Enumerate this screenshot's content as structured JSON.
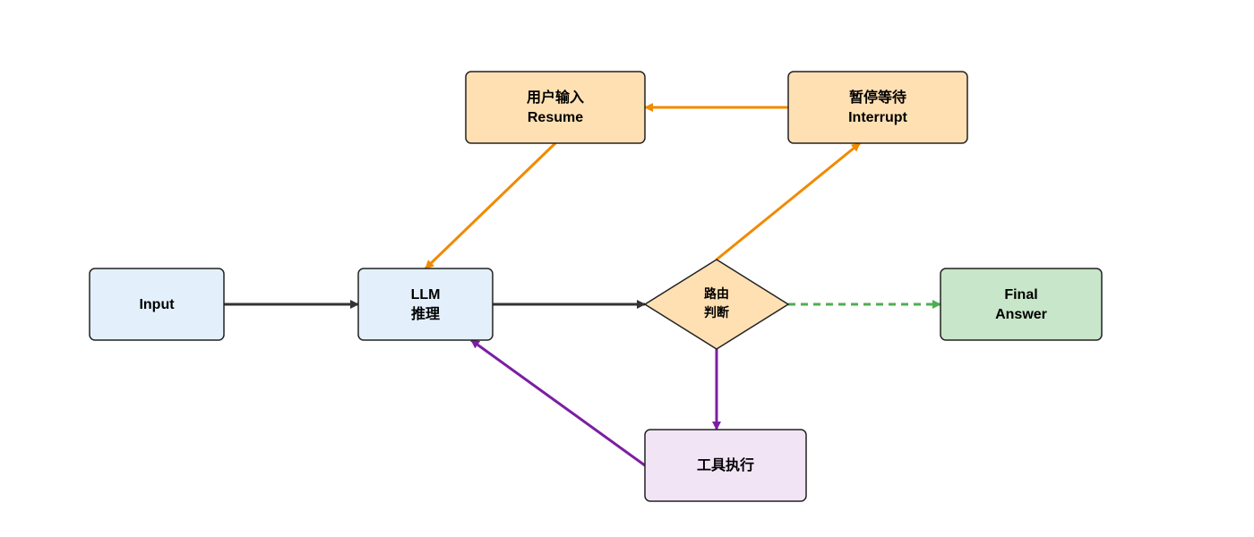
{
  "colors": {
    "blue_fill": "#e3f0fb",
    "orange_fill": "#ffe0b3",
    "green_fill": "#c8e6c9",
    "purple_fill": "#f1e4f5",
    "node_stroke": "#222222",
    "flow_arrow": "#333333",
    "interrupt_arrow": "#f08a00",
    "finish_arrow": "#4caf50",
    "tool_arrow": "#7b1fa2"
  },
  "nodes": {
    "input": {
      "line1": "Input"
    },
    "llm": {
      "line1": "LLM",
      "line2": "推理"
    },
    "router": {
      "line1": "路由",
      "line2": "判断"
    },
    "final": {
      "line1": "Final",
      "line2": "Answer"
    },
    "resume": {
      "line1": "用户输入",
      "line2": "Resume"
    },
    "interrupt": {
      "line1": "暂停等待",
      "line2": "Interrupt"
    },
    "tool": {
      "line1": "工具执行"
    }
  }
}
